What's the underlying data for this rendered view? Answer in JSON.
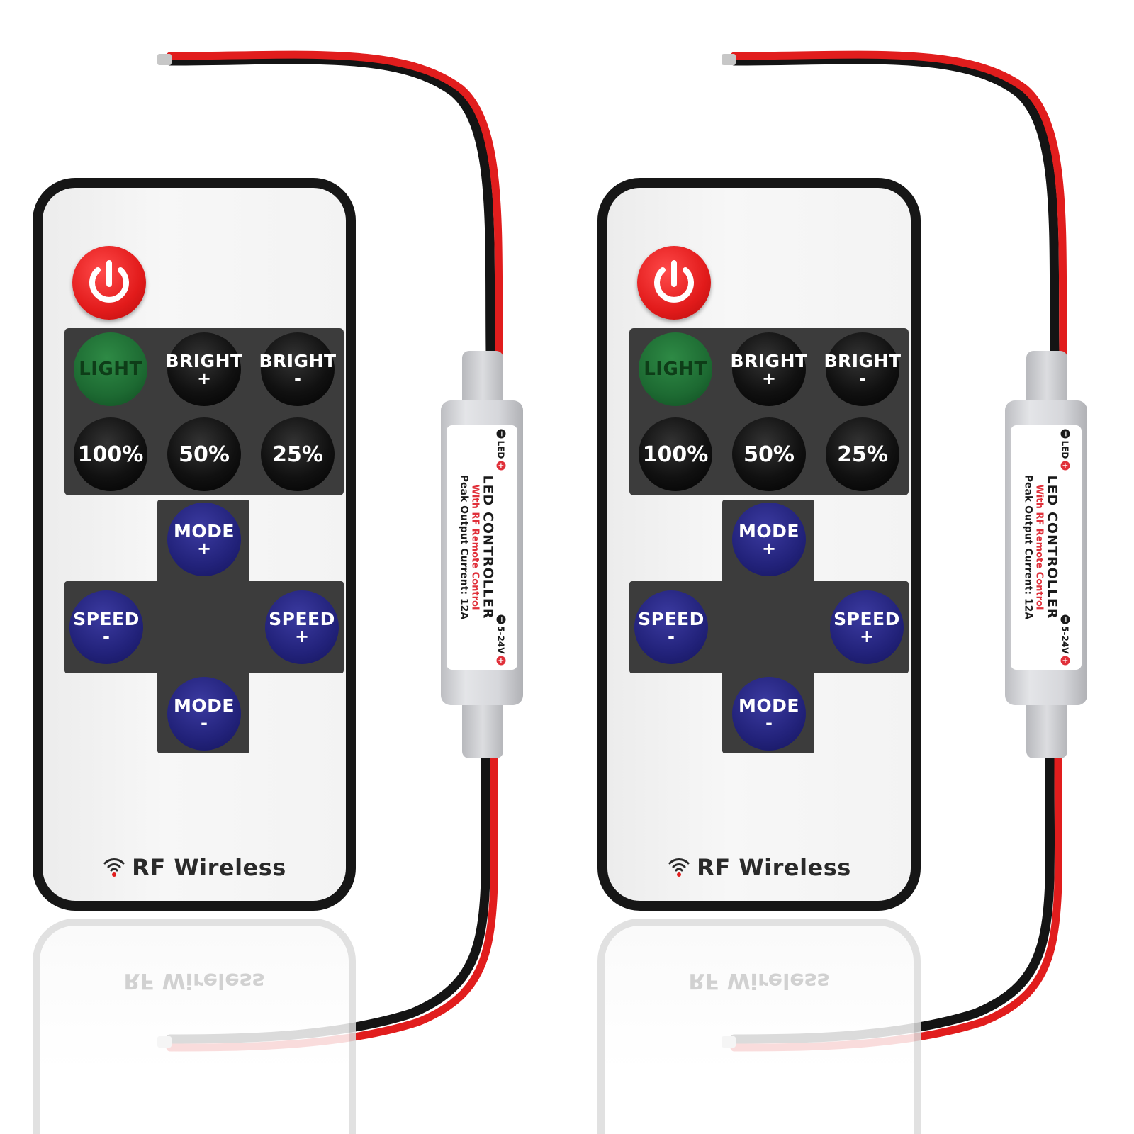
{
  "colors": {
    "remote_border": "#161616",
    "power_button": "#e21b1b",
    "light_button": "#1d6a32",
    "mode_speed_buttons": "#22227a",
    "dark_panel": "#3c3c3c",
    "wire_red": "#e11d1d",
    "wire_black": "#141414"
  },
  "remotes": [
    {
      "power_icon": "power-icon",
      "buttons_row1": [
        {
          "l1": "LIGHT",
          "l2": ""
        },
        {
          "l1": "BRIGHT",
          "l2": "+"
        },
        {
          "l1": "BRIGHT",
          "l2": "-"
        }
      ],
      "buttons_row2": [
        "100%",
        "50%",
        "25%"
      ],
      "mode_plus": {
        "l1": "MODE",
        "l2": "+"
      },
      "mode_minus": {
        "l1": "MODE",
        "l2": "-"
      },
      "speed_minus": {
        "l1": "SPEED",
        "l2": "-"
      },
      "speed_plus": {
        "l1": "SPEED",
        "l2": "+"
      },
      "rf_label": "RF Wireless",
      "wifi_icon": "wifi-icon"
    },
    {
      "power_icon": "power-icon",
      "buttons_row1": [
        {
          "l1": "LIGHT",
          "l2": ""
        },
        {
          "l1": "BRIGHT",
          "l2": "+"
        },
        {
          "l1": "BRIGHT",
          "l2": "-"
        }
      ],
      "buttons_row2": [
        "100%",
        "50%",
        "25%"
      ],
      "mode_plus": {
        "l1": "MODE",
        "l2": "+"
      },
      "mode_minus": {
        "l1": "MODE",
        "l2": "-"
      },
      "speed_minus": {
        "l1": "SPEED",
        "l2": "-"
      },
      "speed_plus": {
        "l1": "SPEED",
        "l2": "+"
      },
      "rf_label": "RF Wireless",
      "wifi_icon": "wifi-icon"
    }
  ],
  "controllers": [
    {
      "title": "LED CONTROLLER",
      "subtitle": "With RF Remote Control",
      "peak": "Peak Output Current: 12A",
      "input": "5-24V",
      "output": "LED"
    },
    {
      "title": "LED CONTROLLER",
      "subtitle": "With RF Remote Control",
      "peak": "Peak Output Current: 12A",
      "input": "5-24V",
      "output": "LED"
    }
  ]
}
